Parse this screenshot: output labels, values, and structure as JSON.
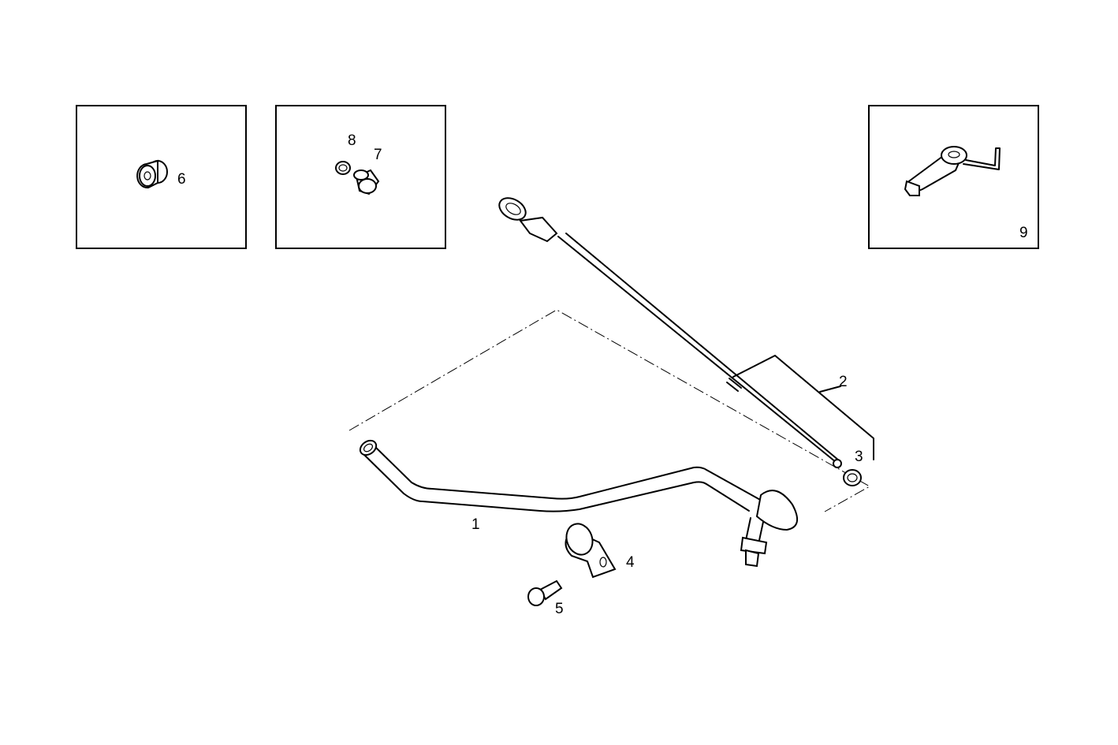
{
  "diagram": {
    "type": "exploded parts diagram",
    "callouts": [
      "1",
      "2",
      "3",
      "4",
      "5",
      "6",
      "7",
      "8",
      "9"
    ],
    "colors": {
      "line": "#000000",
      "background": "#ffffff"
    }
  }
}
